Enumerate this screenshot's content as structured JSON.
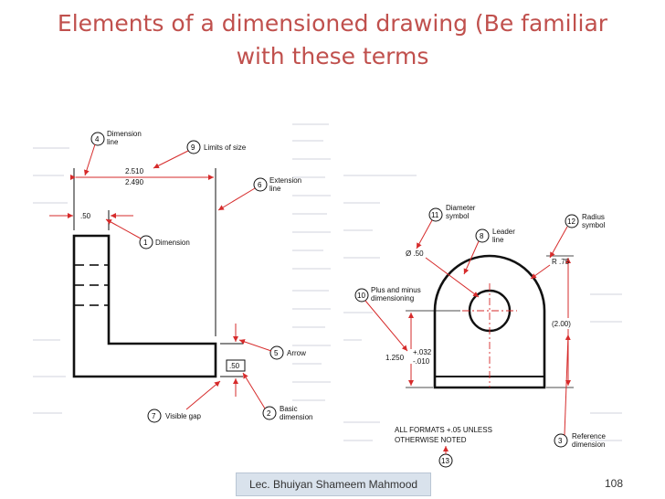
{
  "slide": {
    "title_line1": "Elements of a dimensioned drawing (Be familiar",
    "title_line2": "with these terms",
    "footer_author": "Lec. Bhuiyan Shameem Mahmood",
    "page_number": "108"
  },
  "left_figure": {
    "callouts": [
      {
        "num": "4",
        "label": "Dimension\nline"
      },
      {
        "num": "9",
        "label": "Limits of size"
      },
      {
        "num": "6",
        "label": "Extension\nline"
      },
      {
        "num": "1",
        "label": "Dimension"
      },
      {
        "num": "5",
        "label": "Arrow"
      },
      {
        "num": "2",
        "label": "Basic\ndimension"
      },
      {
        "num": "7",
        "label": "Visible gap"
      }
    ],
    "dim_upper": "2.510",
    "dim_lower": "2.490",
    "dim_small": ".50",
    "dim_basic": ".50"
  },
  "right_figure": {
    "callouts": [
      {
        "num": "11",
        "label": "Diameter\nsymbol"
      },
      {
        "num": "8",
        "label": "Leader\nline"
      },
      {
        "num": "12",
        "label": "Radius\nsymbol"
      },
      {
        "num": "10",
        "label": "Plus and minus\ndimensioning"
      },
      {
        "num": "3",
        "label": "Reference\ndimension"
      },
      {
        "num": "13",
        "label": ""
      }
    ],
    "dia_value": "Ø .50",
    "radius_value": "R .75",
    "height_value": "1.250",
    "tol_plus": "+.032",
    "tol_minus": "-.010",
    "ref_value": "(2.00)",
    "note_line1": "ALL FORMATS +.05 UNLESS",
    "note_line2": "OTHERWISE NOTED"
  },
  "colors": {
    "title": "#c0504d",
    "accent": "#d62b2b",
    "ink": "#111111",
    "paper_text": "#9aa3b3"
  }
}
